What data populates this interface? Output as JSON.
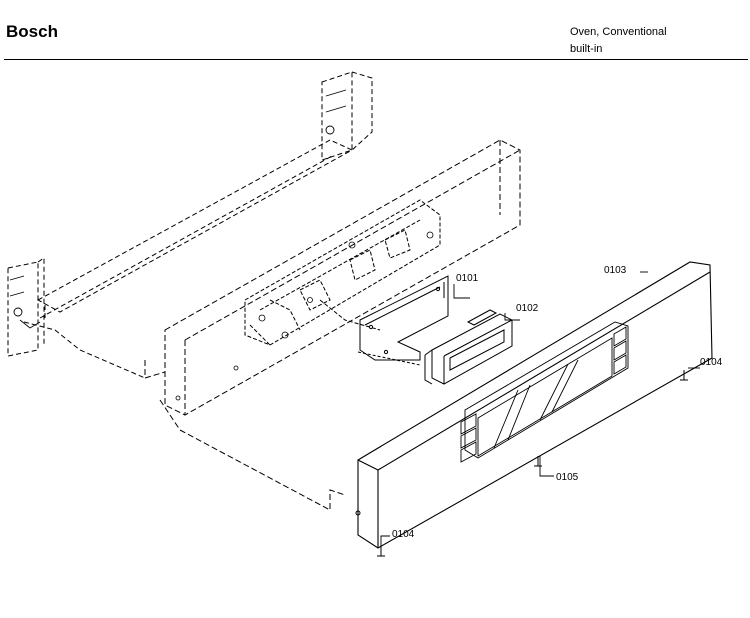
{
  "header": {
    "brand": "Bosch",
    "category_line1": "Oven, Conventional",
    "category_line2": "built-in"
  },
  "diagram": {
    "callouts": {
      "p0101": "0101",
      "p0102": "0102",
      "p0103": "0103",
      "p0104_right": "0104",
      "p0104_bottom": "0104",
      "p0105": "0105"
    }
  }
}
